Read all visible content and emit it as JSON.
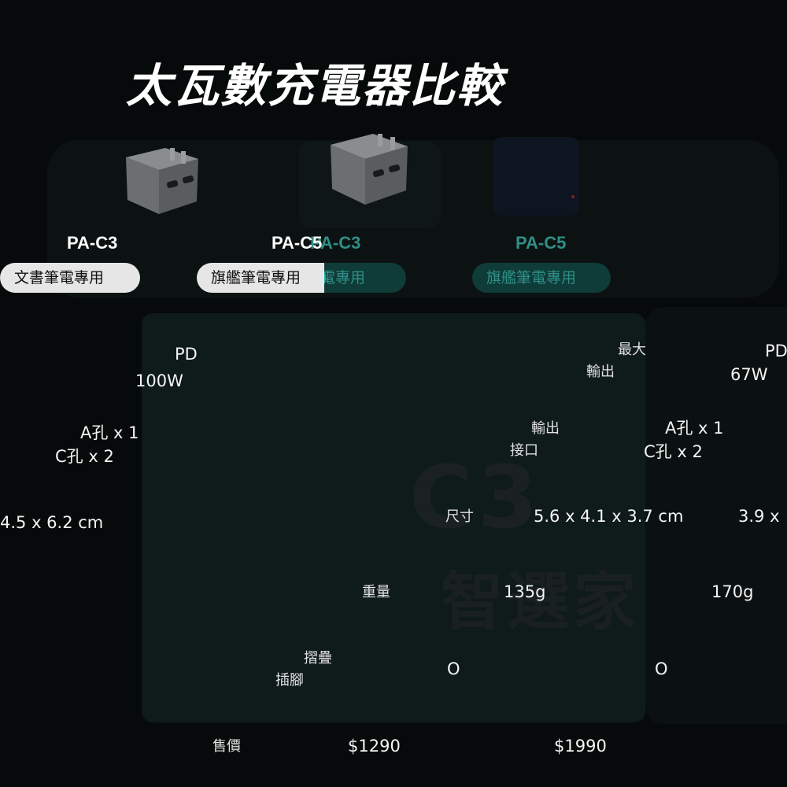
{
  "title": "太瓦數充電器比較",
  "products": [
    {
      "name": "PA-C3",
      "tag": "文書筆電專用"
    },
    {
      "name": "PA-C5",
      "tag": "旗艦筆電專用"
    },
    {
      "name": "PA-C3",
      "tag": "筆電專用"
    },
    {
      "name": "PA-C5",
      "tag": "旗艦筆電專用"
    }
  ],
  "rows": {
    "output_max": {
      "label_line1": "最大",
      "label_line2": "輸出",
      "left_value_line1": "PD",
      "left_value_line2": "100W",
      "right_value_line1": "PD",
      "right_value_line2": "67W"
    },
    "ports": {
      "label_line1": "輸出",
      "label_line2": "接口",
      "left_value_line1": "A孔 x 1",
      "left_value_line2": "C孔 x 2",
      "right_value_line1": "A孔 x 1",
      "right_value_line2": "C孔 x 2"
    },
    "size": {
      "label": "尺寸",
      "left_value": "4.5 x 6.2 cm",
      "mid_value": "5.6 x 4.1 x 3.7 cm",
      "right_value": "3.9 x"
    },
    "weight": {
      "label": "重量",
      "mid_value": "135g",
      "right_value": "170g"
    },
    "foldable": {
      "label_line1": "摺疊",
      "label_line2": "插腳",
      "mid_value": "O",
      "right_value": "O"
    },
    "price": {
      "label": "售價",
      "mid_value": "$1290",
      "right_value": "$1990"
    }
  },
  "watermark": {
    "line1": "C3",
    "line2": "智選家"
  },
  "colors": {
    "background": "#070a0a",
    "accent": "#1fb3a4",
    "pill_light": "#e6e6e6"
  }
}
